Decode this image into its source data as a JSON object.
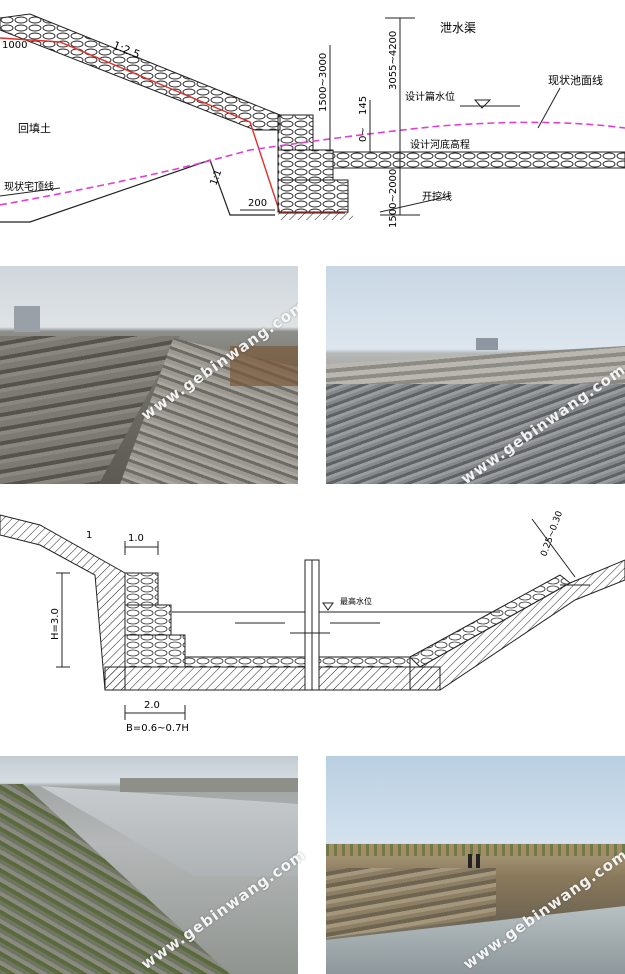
{
  "diagram_top": {
    "label_drain_channel": "泄水渠",
    "label_width_1000": "1000",
    "label_slope_125": "1:2.5",
    "label_backfill": "回填土",
    "label_existing_dike": "现状宅顶线",
    "label_slope_11": "1:1",
    "label_200": "200",
    "label_1500_3000": "1500~3000",
    "label_3055_4200": "3055~4200",
    "label_145": "145",
    "label_0": "0~",
    "label_design_water": "设计篇水位",
    "label_existing_bed": "现状池面线",
    "label_design_bed": "设计河底高程",
    "label_1500_2000": "1500~2000",
    "label_excavation": "开挖线"
  },
  "diagram_mid": {
    "label_10": "1.0",
    "label_h30": "H=3.0",
    "label_20": "2.0",
    "label_b": "B=0.6~0.7H",
    "label_max_water": "最高水位",
    "label_slope_right": "0.25~0.30",
    "label_1": "1"
  },
  "photos": [
    {
      "watermark": "www.gebinwang.com"
    },
    {
      "watermark": "www.gebinwang.com"
    },
    {
      "watermark": "www.gebinwang.com"
    },
    {
      "watermark": "www.gebinwang.com"
    }
  ]
}
